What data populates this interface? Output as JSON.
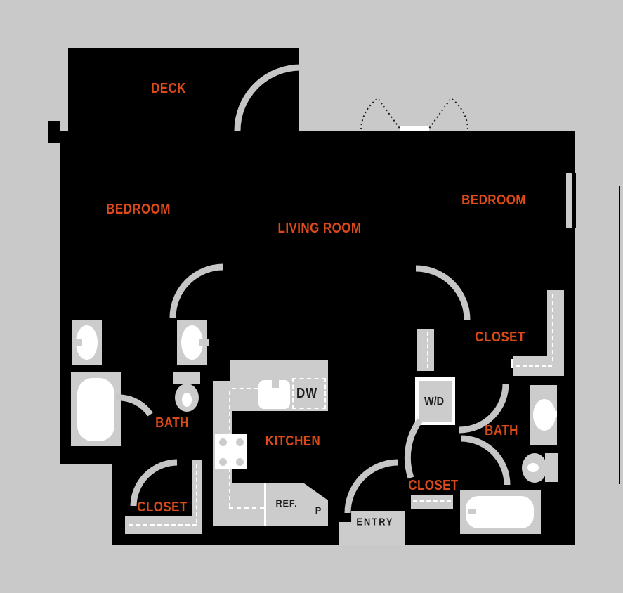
{
  "colors": {
    "background": "#c9c9c9",
    "plan": "#000000",
    "fixture": "#cccccc",
    "arc": "#c6c6c6",
    "accent_orange": "#dc4a1a",
    "label_dark": "#1c1c1c",
    "white": "#ffffff"
  },
  "rooms": {
    "deck": "DECK",
    "bedroom_left": "BEDROOM",
    "living_room": "LIVING ROOM",
    "bedroom_right": "BEDROOM",
    "bath_left": "BATH",
    "bath_right": "BATH",
    "kitchen": "KITCHEN",
    "closet_bedroom_right": "CLOSET",
    "closet_bedroom_left": "CLOSET",
    "closet_hall": "CLOSET",
    "entry": "ENTRY"
  },
  "appliances": {
    "dishwasher": "DW",
    "washer_dryer": "W/D",
    "refrigerator": "REF.",
    "pantry": "P"
  }
}
